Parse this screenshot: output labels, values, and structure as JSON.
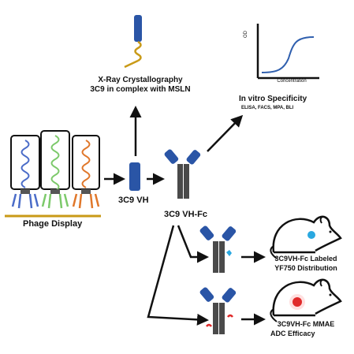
{
  "colors": {
    "vh_blue": "#2a55a6",
    "fc_gray": "#4a4a4a",
    "mesothelin_gold": "#c99a17",
    "curve_blue": "#2f5fae",
    "phage_blue": "#4a6cc8",
    "phage_green": "#7cc96a",
    "phage_orange": "#e0772a",
    "dye_cyan": "#2aa8e0",
    "drug_red": "#e02a2a",
    "arrow": "#111111"
  },
  "labels": {
    "xray_line1": "X-Ray Crystallography",
    "xray_line2": "3C9 in complex with MSLN",
    "invitro_title": "In vitro Specificity",
    "invitro_assays": "ELISA, FACS, MPA, BLI",
    "phage_display": "Phage Display",
    "vh": "3C9 VH",
    "vhfc": "3C9 VH-Fc",
    "yf750_line1": "3C9VH-Fc Labeled",
    "yf750_line2": "YF750 Distribution",
    "adc_line1": "3C9VH-Fc MMAE",
    "adc_line2": "ADC Efficacy",
    "curve_y_axis": "OD",
    "curve_x_axis": "Concentration"
  },
  "icons": {
    "vh_domain": "vh-domain-icon",
    "antibody": "vhfc-antibody-icon",
    "mouse": "mouse-icon",
    "phage": "phage-icon",
    "xray_complex": "xray-complex-icon",
    "binding_curve": "binding-curve-icon"
  }
}
